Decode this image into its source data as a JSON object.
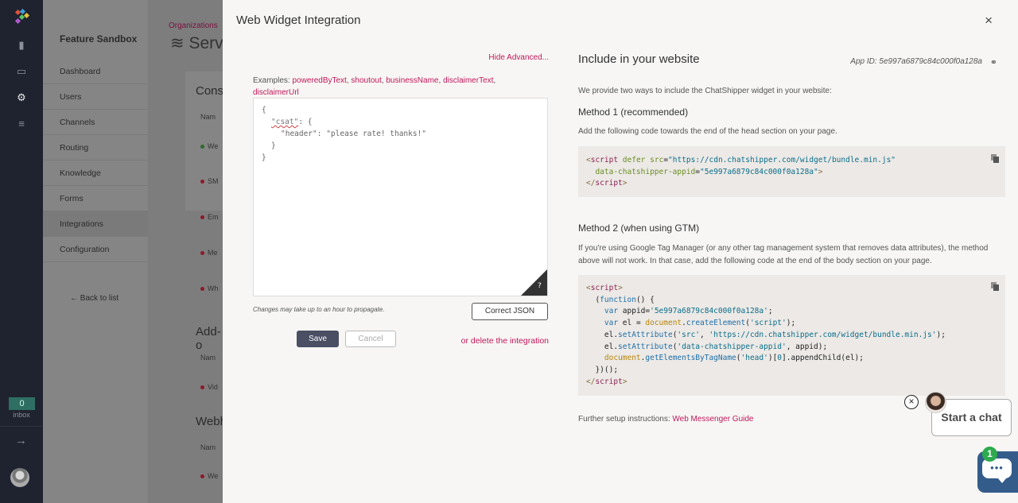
{
  "rail": {
    "inbox_count": "0",
    "inbox_label": "inbox"
  },
  "subnav": {
    "title": "Feature Sandbox",
    "items": [
      "Dashboard",
      "Users",
      "Channels",
      "Routing",
      "Knowledge",
      "Forms",
      "Integrations",
      "Configuration"
    ],
    "active_index": 6,
    "back_label": "← Back to list"
  },
  "background": {
    "breadcrumb": "Organizations",
    "page_title": "Serv",
    "section_1": "Cons",
    "section_2": "Add-o",
    "section_3": "Webh",
    "col_name": "Nam",
    "rows_1": [
      "We",
      "SM",
      "Em",
      "Me",
      "Wh"
    ],
    "rows_2": [
      "Vid"
    ],
    "rows_3": [
      "We"
    ]
  },
  "modal": {
    "title": "Web Widget Integration",
    "close_label": "×",
    "hide_advanced": "Hide Advanced...",
    "examples_prefix": "Examples: ",
    "example_links": [
      "poweredByText",
      "shoutout",
      "businessName",
      "disclaimerText",
      "disclaimerUrl"
    ],
    "editor_lines": [
      "{",
      "\"csat\": {",
      "\"header\": \"please rate! thanks!\"",
      "}",
      "}"
    ],
    "editor_help": "?",
    "propagate_note": "Changes may take up to an hour to propagate.",
    "correct_json_label": "Correct JSON",
    "save_label": "Save",
    "cancel_label": "Cancel",
    "delete_label": "or delete the integration"
  },
  "include": {
    "heading": "Include in your website",
    "app_id": "App ID: 5e997a6879c84c000f0a128a",
    "intro": "We provide two ways to include the ChatShipper widget in your website:",
    "method1_title": "Method 1 (recommended)",
    "method1_desc": "Add the following code towards the end of the head section on your page.",
    "method2_title": "Method 2 (when using GTM)",
    "method2_desc": "If you're using Google Tag Manager (or any other tag management system that removes data attributes), the method above will not work. In that case, add the following code at the end of the body section on your page.",
    "further_prefix": "Further setup instructions: ",
    "further_link": "Web Messenger Guide"
  },
  "chat_widget": {
    "label": "Start a chat",
    "count": "1",
    "close_label": "×"
  },
  "colors": {
    "accent_link": "#c2185b",
    "primary_button": "#4a4f64",
    "code_bg": "#ece9e6",
    "launcher": "#345c8a",
    "badge_green": "#2eaa4e"
  }
}
